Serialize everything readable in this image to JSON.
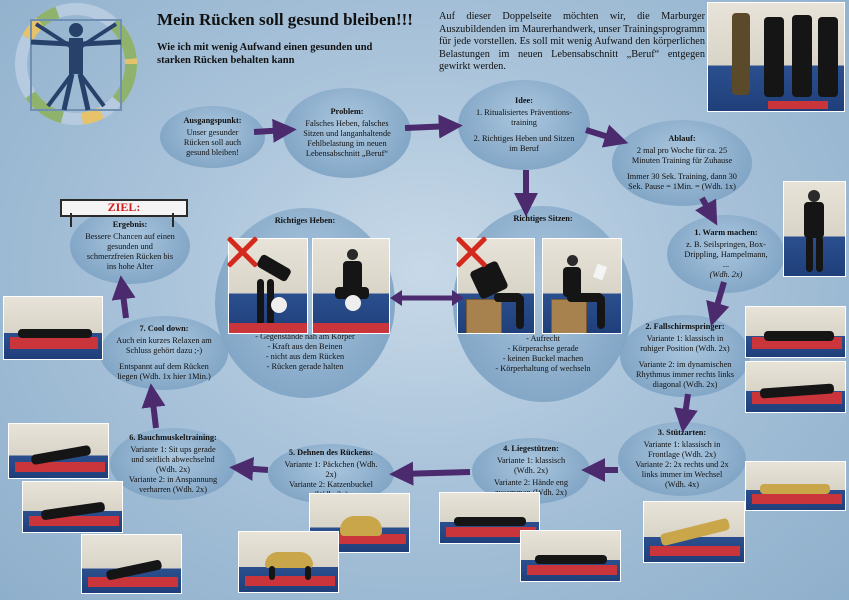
{
  "header": {
    "title": "Mein Rücken soll gesund bleiben!!!",
    "subtitle": "Wie ich mit wenig Aufwand einen gesunden und starken Rücken behalten kann",
    "intro": "Auf dieser Doppelseite möchten wir, die Marburger Auszubildenden im Maurerhandwerk, unser Trainingsprogramm für jede vorstellen. Es soll mit wenig Aufwand den körperlichen Belastungen im neuen Lebensabschnitt „Beruf“ entgegen gewirkt werden."
  },
  "nodes": {
    "ausgangspunkt": {
      "title": "Ausgangspunkt:",
      "text": "Unser gesunder Rücken soll auch gesund bleiben!"
    },
    "problem": {
      "title": "Problem:",
      "text": "Falsches Heben, falsches Sitzen und langanhaltende Fehlbelastung im neuen Lebensabschnitt „Beruf“"
    },
    "idee": {
      "title": "Idee:",
      "line1": "1. Ritualisiertes Präventions-training",
      "line2": "2. Richtiges Heben und Sitzen im Beruf"
    },
    "ablauf": {
      "title": "Ablauf:",
      "line1": "2 mal pro Woche für ca. 25 Minuten Training für Zuhause",
      "line2": "Immer 30 Sek. Training, dann 30 Sek. Pause = 1Min. = (Wdh. 1x)"
    },
    "warm": {
      "title": "1. Warm machen:",
      "text": "z. B. Seilspringen, Box-Drippling, Hampelmann, ...",
      "wdh": "(Wdh. 2x)"
    },
    "fallschirm": {
      "title": "2. Fallschirmspringer:",
      "line1": "Variante 1: klassisch in ruhiger Position (Wdh. 2x)",
      "line2": "Variante 2: im dynamischen Rhythmus immer rechts links diagonal (Wdh. 2x)"
    },
    "stuetz": {
      "title": "3. Stützarten:",
      "line1": "Variante 1: klassisch in Frontlage (Wdh. 2x)",
      "line2": "Variante 2: 2x rechts und 2x links immer im Wechsel (Wdh. 4x)"
    },
    "liege": {
      "title": "4. Liegestützen:",
      "line1": "Variante 1: klassisch (Wdh. 2x)",
      "line2": "Variante 2: Hände eng zusammen (Wdh. 2x)"
    },
    "dehnen": {
      "title": "5. Dehnen des Rückens:",
      "line1": "Variante 1: Päckchen (Wdh. 2x)",
      "line2": "Variante 2: Katzenbuckel (Wdh. 2x)"
    },
    "bauch": {
      "title": "6. Bauchmuskeltraining:",
      "line1": "Variante 1: Sit ups gerade und seitlich abwechselnd (Wdh. 2x)",
      "line2": "Variante 2: in Anspannung verharren (Wdh. 2x)"
    },
    "cool": {
      "title": "7. Cool down:",
      "line1": "Auch ein kurzes Relaxen am Schluss gehört dazu ;-)",
      "line2": "Entspannt auf dem Rücken liegen (Wdh. 1x hier 1Min.)"
    },
    "ergebnis": {
      "title": "Ergebnis:",
      "text": "Bessere Chancen auf einen gesunden und schmerzfreien Rücken bis ins hohe Alter"
    },
    "heben": {
      "title": "Richtiges Heben:",
      "items": [
        "- Gegenstände nah am Körper",
        "- Kraft aus den Beinen",
        "- nicht aus dem Rücken",
        "- Rücken gerade halten"
      ]
    },
    "sitzen": {
      "title": "Richtiges Sitzen:",
      "items": [
        "- Aufrecht",
        "- Körperachse gerade",
        "- keinen Buckel machen",
        "- Körperhaltung of wechseln"
      ]
    }
  },
  "goal": {
    "label": "ZIEL:"
  },
  "colors": {
    "arrow": "#4b2a6e",
    "mat": "#c9353b",
    "floor": "#1f3f7a",
    "cross": "#d42a1e"
  }
}
